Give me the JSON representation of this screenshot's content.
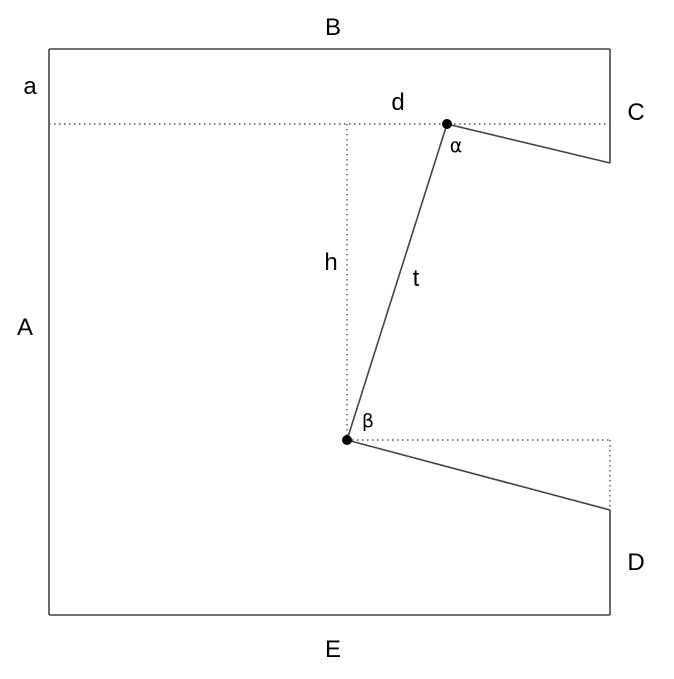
{
  "labels": {
    "A": "A",
    "B": "B",
    "C": "C",
    "D": "D",
    "E": "E",
    "a": "a",
    "d": "d",
    "h": "h",
    "t": "t",
    "alpha": "α",
    "beta": "β"
  },
  "colors": {
    "line": "#444444",
    "guide": "#555555",
    "point": "#000000",
    "text": "#000000",
    "background": "#ffffff"
  }
}
